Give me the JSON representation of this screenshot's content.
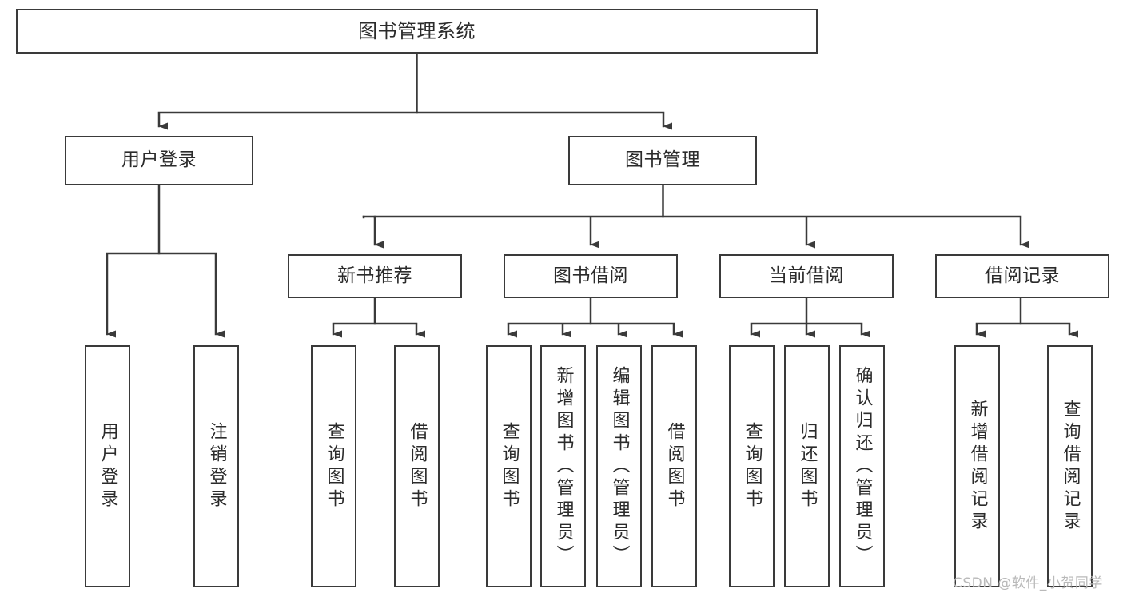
{
  "diagram": {
    "type": "tree-hierarchy-chart",
    "title": "图书管理系统",
    "stroke_color": "#3a3a3a",
    "background_color": "#ffffff",
    "text_color": "#2b2b2b",
    "levels": {
      "root": {
        "label": "图书管理系统"
      },
      "level2": [
        {
          "label": "用户登录"
        },
        {
          "label": "图书管理"
        }
      ],
      "level3": [
        {
          "label": "新书推荐"
        },
        {
          "label": "图书借阅"
        },
        {
          "label": "当前借阅"
        },
        {
          "label": "借阅记录"
        }
      ],
      "leaves": {
        "user_login": [
          {
            "label": "用户登录"
          },
          {
            "label": "注销登录"
          }
        ],
        "new_book_recommend": [
          {
            "label": "查询图书"
          },
          {
            "label": "借阅图书"
          }
        ],
        "book_borrow": [
          {
            "label": "查询图书"
          },
          {
            "label": "新增图书（管理员）"
          },
          {
            "label": "编辑图书（管理员）"
          },
          {
            "label": "借阅图书"
          }
        ],
        "current_borrow": [
          {
            "label": "查询图书"
          },
          {
            "label": "归还图书"
          },
          {
            "label": "确认归还（管理员）"
          }
        ],
        "borrow_records": [
          {
            "label": "新增借阅记录"
          },
          {
            "label": "查询借阅记录"
          }
        ]
      }
    }
  },
  "watermark": {
    "text": "CSDN @软件_小贺同学"
  }
}
